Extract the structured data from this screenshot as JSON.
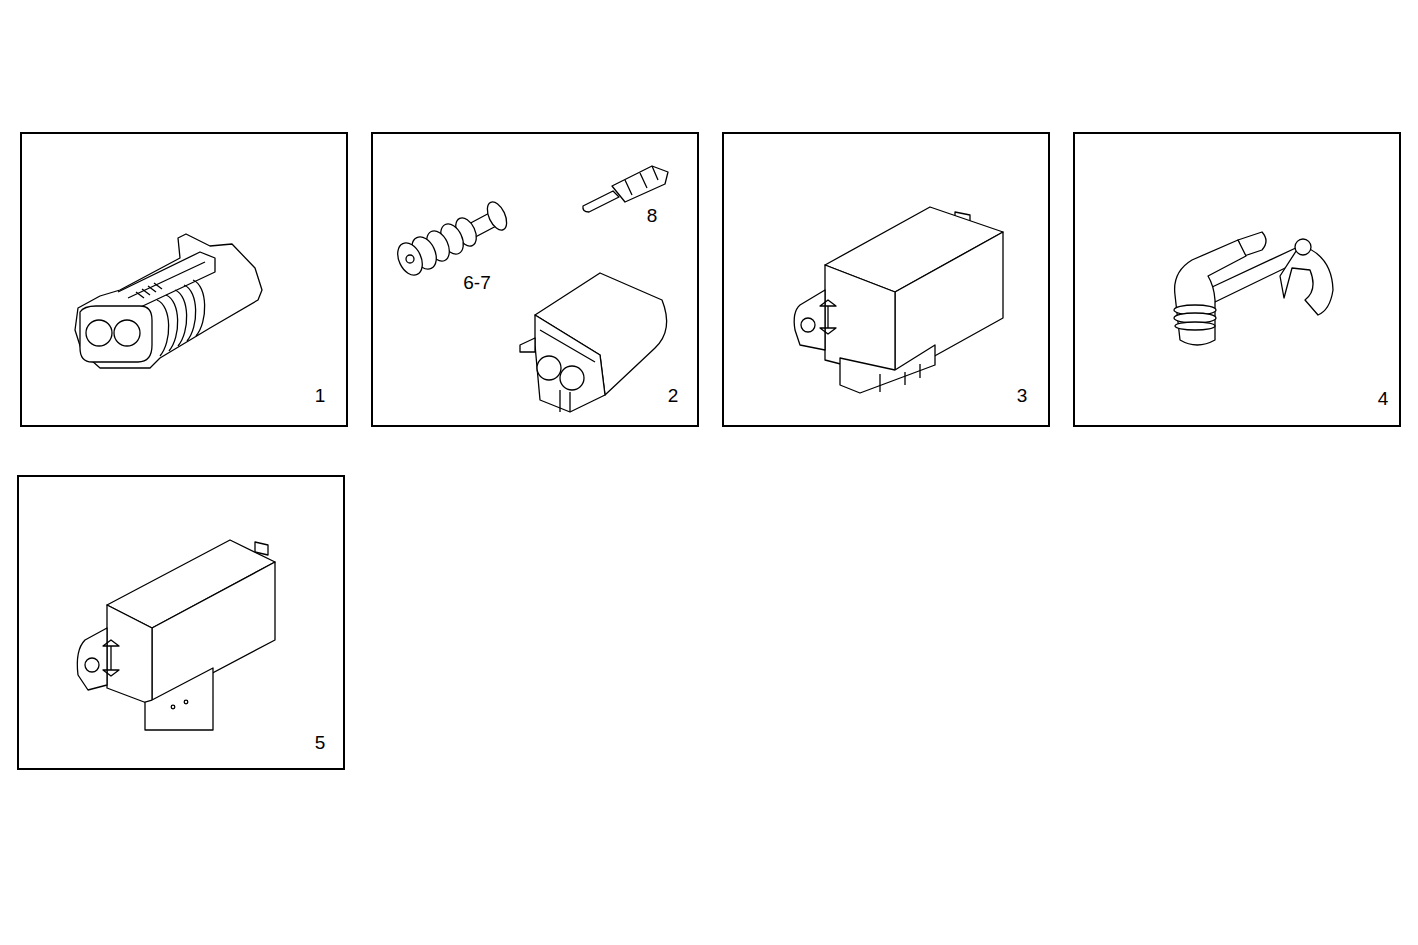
{
  "diagram": {
    "nodes": [
      {
        "text": [
          "1"
        ]
      },
      {
        "text": [
          "6-7",
          "8",
          "2"
        ]
      },
      {
        "text": [
          "3"
        ]
      },
      {
        "text": [
          "4"
        ]
      },
      {
        "text": [
          "5"
        ]
      }
    ]
  }
}
